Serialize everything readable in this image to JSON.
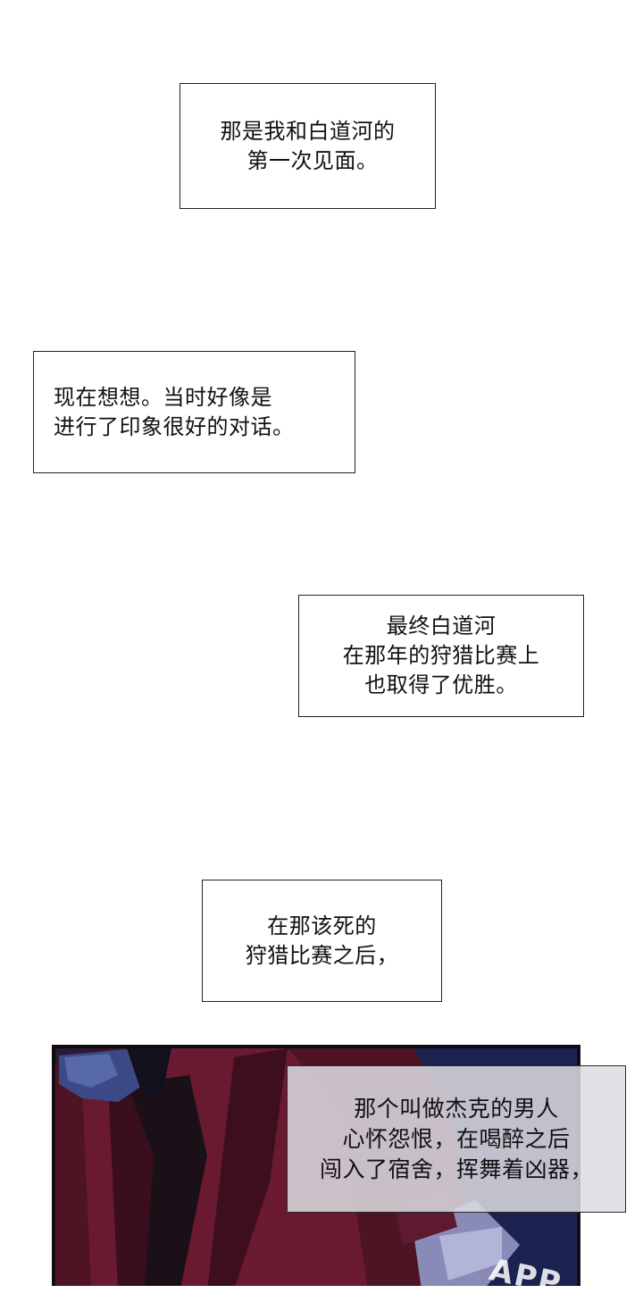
{
  "captions": [
    {
      "lines": [
        "那是我和白道河的",
        "第一次见面。"
      ]
    },
    {
      "lines": [
        "现在想想。当时好像是",
        "进行了印象很好的对话。"
      ]
    },
    {
      "lines": [
        "最终白道河",
        "在那年的狩猎比赛上",
        "也取得了优胜。"
      ]
    },
    {
      "lines": [
        "在那该死的",
        "狩猎比赛之后，"
      ]
    },
    {
      "lines": [
        "那个叫做杰克的男人",
        "心怀怨恨，在喝醉之后",
        "闯入了宿舍，挥舞着凶器，"
      ]
    }
  ],
  "watermark": "APP。",
  "colors": {
    "page_bg": "#ffffff",
    "caption_border": "#222222",
    "panel_suit": "#5a1426",
    "panel_bg_right": "#1d2352"
  }
}
